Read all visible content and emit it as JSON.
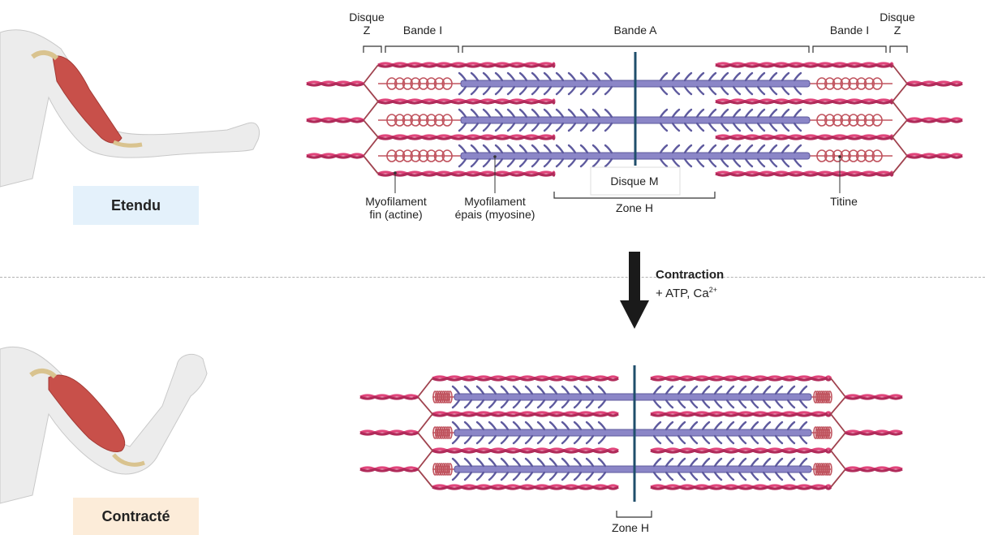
{
  "colors": {
    "actin": "#e0457b",
    "actin_dark": "#b02b5a",
    "myosin": "#8b86c7",
    "myosin_dark": "#5e5a9e",
    "titin": "#c0535e",
    "zdisc": "#a0434f",
    "mline": "#1f4e6b",
    "skin": "#ececec",
    "muscle": "#c8504a",
    "badge_extended": "#e4f1fb",
    "badge_contracted": "#fcecd9"
  },
  "states": {
    "extended": "Etendu",
    "contracted": "Contracté"
  },
  "labels": {
    "disque_z_left_1": "Disque",
    "disque_z_left_2": "Z",
    "bande_i_left": "Bande I",
    "bande_a": "Bande A",
    "bande_i_right": "Bande I",
    "disque_z_right_1": "Disque",
    "disque_z_right_2": "Z",
    "myofil_fin_1": "Myofilament",
    "myofil_fin_2": "fin (actine)",
    "myofil_epais_1": "Myofilament",
    "myofil_epais_2": "épais (myosine)",
    "disque_m": "Disque M",
    "zone_h_top": "Zone H",
    "titine": "Titine",
    "zone_h_bottom": "Zone H"
  },
  "process": {
    "title": "Contraction",
    "conditions": "+ ATP, Ca",
    "superscript": "2+"
  },
  "icons": [
    "arm-extended-illustration",
    "arm-flexed-illustration",
    "down-arrow-icon"
  ]
}
